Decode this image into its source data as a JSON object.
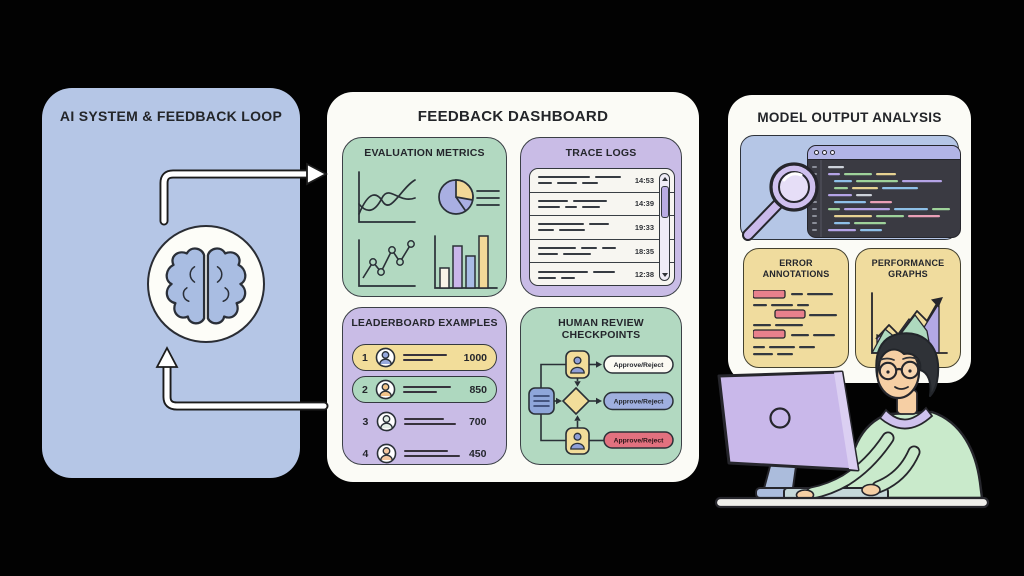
{
  "colors": {
    "background": "#020202",
    "panel_blue": "#b5c6e6",
    "panel_white": "#fbfbf6",
    "card_green": "#b2d9c1",
    "card_purple": "#c9bce6",
    "card_yellow": "#f0dc9e",
    "pill_yellow": "#f2dd9a",
    "pill_green": "#aed8bf",
    "approve_neutral": "#fbfaf3",
    "approve_blue": "#9fafdf",
    "approve_red": "#e2717f",
    "ink": "#24262c"
  },
  "icons": [
    "brain-icon",
    "arrow-right-icon",
    "arrow-up-icon",
    "magnifier-icon",
    "scroll-up-icon",
    "scroll-down-icon",
    "avatar-icon",
    "person-icon",
    "document-icon",
    "decision-diamond-icon",
    "line-chart-icon",
    "pie-chart-icon",
    "dot-line-chart-icon",
    "bar-chart-icon",
    "person-at-computer-illustration"
  ],
  "left_panel": {
    "title": "AI SYSTEM & FEEDBACK LOOP"
  },
  "dashboard": {
    "title": "FEEDBACK DASHBOARD",
    "evaluation_metrics": {
      "title": "EVALUATION METRICS"
    },
    "trace_logs": {
      "title": "TRACE LOGS",
      "entries": [
        {
          "time": "14:53"
        },
        {
          "time": "14:39"
        },
        {
          "time": "19:33"
        },
        {
          "time": "18:35"
        },
        {
          "time": "12:38"
        }
      ]
    },
    "leaderboard": {
      "title": "LEADERBOARD EXAMPLES",
      "rows": [
        {
          "rank": "1",
          "score": "1000",
          "highlight": "yellow"
        },
        {
          "rank": "2",
          "score": "850",
          "highlight": "green"
        },
        {
          "rank": "3",
          "score": "700",
          "highlight": null
        },
        {
          "rank": "4",
          "score": "450",
          "highlight": null
        }
      ]
    },
    "human_review": {
      "title": "HUMAN REVIEW CHECKPOINTS",
      "decisions": [
        "Approve/Reject",
        "Approve/Reject",
        "Approve/Reject"
      ]
    }
  },
  "analysis": {
    "title": "MODEL OUTPUT ANALYSIS",
    "error_annotations": {
      "title": "ERROR ANNOTATIONS"
    },
    "performance_graphs": {
      "title": "PERFORMANCE GRAPHS"
    }
  }
}
